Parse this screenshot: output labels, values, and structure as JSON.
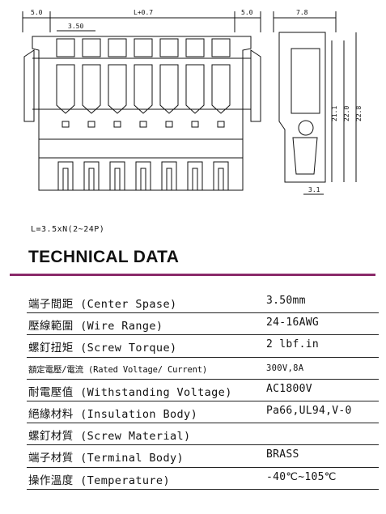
{
  "drawing": {
    "dims_front": [
      "5.0",
      "L+0.7",
      "5.0",
      "3.50"
    ],
    "dims_side": [
      "7.8",
      "21.1",
      "22.0",
      "22.8",
      "3.1"
    ]
  },
  "formula": "L=3.5xN(2~24P)",
  "heading": "TECHNICAL DATA",
  "rows": [
    {
      "label": "端子間距 (Center Spase)",
      "value": "3.50mm"
    },
    {
      "label": "壓線範圍 (Wire Range)",
      "value": "24-16AWG"
    },
    {
      "label": "螺釘扭矩 (Screw Torque)",
      "value": "2 lbf.in"
    },
    {
      "label": "額定電壓/電流 (Rated Voltage/ Current)",
      "value": "300V,8A"
    },
    {
      "label": "耐電壓值 (Withstanding Voltage)",
      "value": "AC1800V"
    },
    {
      "label": "絕緣材料 (Insulation Body)",
      "value": "Pa66,UL94,V-0"
    },
    {
      "label": "螺釘材質 (Screw Material)",
      "value": ""
    },
    {
      "label": "端子材質 (Terminal Body)",
      "value": "BRASS"
    },
    {
      "label": "操作溫度 (Temperature)",
      "value": "-40℃~105℃"
    }
  ]
}
